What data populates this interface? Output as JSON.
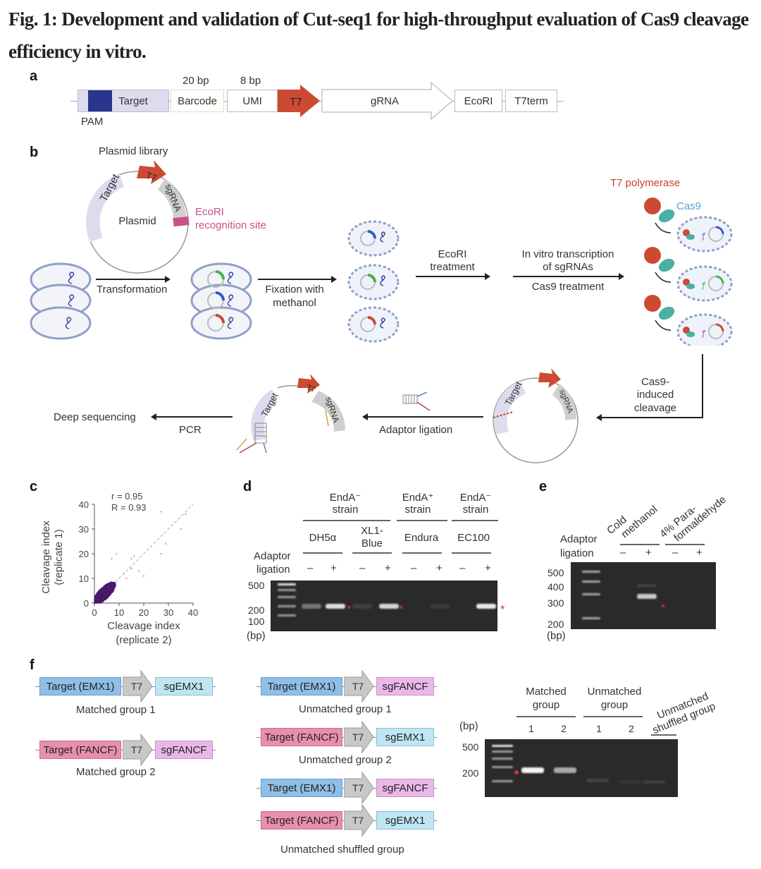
{
  "title": "Fig. 1: Development and validation of Cut-seq1 for high-throughput evaluation of Cas9 cleavage efficiency in vitro.",
  "panels": {
    "a": {
      "label": "a",
      "segments": [
        "Target",
        "Barcode",
        "UMI",
        "T7",
        "gRNA",
        "EcoRI",
        "T7term"
      ],
      "barcode_len": "20 bp",
      "umi_len": "8 bp",
      "pam_label": "PAM",
      "colors": {
        "pam": "#2a3590",
        "target": "#dcdcee",
        "t7": "#cc4a33"
      }
    },
    "b": {
      "label": "b",
      "plasmid_library": "Plasmid library",
      "plasmid": "Plasmid",
      "target": "Target",
      "t7": "T7",
      "sgrna": "sgRNA",
      "ecori_site": "EcoRI recognition site",
      "ecori_line1": "EcoRI",
      "ecori_line2": "recognition site",
      "steps": {
        "transformation": "Transformation",
        "fixation_l1": "Fixation with",
        "fixation_l2": "methanol",
        "ecori_l1": "EcoRI",
        "ecori_l2": "treatment",
        "ivt_l1": "In vitro transcription",
        "ivt_l2": "of sgRNAs",
        "cas9_treatment": "Cas9 treatment",
        "cleavage_l1": "Cas9-",
        "cleavage_l2": "induced",
        "cleavage_l3": "cleavage",
        "adaptor_ligation": "Adaptor ligation",
        "pcr": "PCR",
        "deep_seq": "Deep sequencing"
      },
      "t7_polymerase": "T7 polymerase",
      "cas9": "Cas9"
    },
    "c": {
      "label": "c"
    },
    "d": {
      "label": "d",
      "groups": [
        "EndA⁻ strain",
        "EndA⁺ strain",
        "EndA⁻ strain"
      ],
      "group_l1": [
        "EndA⁻",
        "EndA⁺",
        "EndA⁻"
      ],
      "group_l2": [
        "strain",
        "strain",
        "strain"
      ],
      "strains": [
        "DH5α",
        "XL1-Blue",
        "Endura",
        "EC100"
      ],
      "strain_l1": [
        "DH5α",
        "XL1-",
        "Endura",
        "EC100"
      ],
      "strain_l2": [
        "",
        "Blue",
        "",
        ""
      ],
      "adaptor_l1": "Adaptor",
      "adaptor_l2": "ligation",
      "signs": [
        "–",
        "+",
        "–",
        "+",
        "–",
        "+",
        "–",
        "+"
      ],
      "ladder": [
        "500",
        "200",
        "100"
      ],
      "unit": "(bp)",
      "band_intensity": [
        0.35,
        0.85,
        0.1,
        0.8,
        0.0,
        0.08,
        0.0,
        0.9
      ],
      "marker": "*"
    },
    "e": {
      "label": "e",
      "conditions": [
        "Cold methanol",
        "4% Para-formaldehyde"
      ],
      "cond1_l1": "Cold",
      "cond1_l2": "methanol",
      "cond2_l1": "4% Para-",
      "cond2_l2": "formaldehyde",
      "adaptor_l1": "Adaptor",
      "adaptor_l2": "ligation",
      "signs": [
        "–",
        "+",
        "–",
        "+"
      ],
      "ladder": [
        "500",
        "400",
        "300",
        "200"
      ],
      "unit": "(bp)",
      "marker": "*"
    },
    "f": {
      "label": "f",
      "constructs": [
        {
          "target": "Target (EMX1)",
          "promoter": "T7",
          "guide": "sgEMX1",
          "caption": "Matched group 1"
        },
        {
          "target": "Target (FANCF)",
          "promoter": "T7",
          "guide": "sgFANCF",
          "caption": "Matched group 2"
        },
        {
          "target": "Target (EMX1)",
          "promoter": "T7",
          "guide": "sgFANCF",
          "caption": "Unmatched group 1"
        },
        {
          "target": "Target (FANCF)",
          "promoter": "T7",
          "guide": "sgEMX1",
          "caption": "Unmatched group 2"
        },
        {
          "target": "Target (EMX1)",
          "promoter": "T7",
          "guide": "sgFANCF",
          "caption": ""
        },
        {
          "target": "Target (FANCF)",
          "promoter": "T7",
          "guide": "sgEMX1",
          "caption": "Unmatched shuffled group"
        }
      ],
      "gel": {
        "matched_l1": "Matched",
        "matched_l2": "group",
        "unmatched_l1": "Unmatched",
        "unmatched_l2": "group",
        "shuffled_l1": "Unmatched",
        "shuffled_l2": "shuffled group",
        "lanes": [
          "1",
          "2",
          "1",
          "2"
        ],
        "ladder": [
          "500",
          "200"
        ],
        "unit": "(bp)",
        "band_intensity": [
          0.95,
          0.6,
          0.12,
          0.05,
          0.1
        ]
      }
    }
  },
  "chart_data": {
    "type": "scatter",
    "title": "",
    "xlabel": "Cleavage index (replicate 2)",
    "ylabel": "Cleavage index (replicate 1)",
    "xlabel_l1": "Cleavage index",
    "xlabel_l2": "(replicate 2)",
    "ylabel_l1": "Cleavage index",
    "ylabel_l2": "(replicate 1)",
    "xlim": [
      0,
      40
    ],
    "ylim": [
      0,
      40
    ],
    "xticks": [
      "0",
      "10",
      "20",
      "30",
      "40"
    ],
    "yticks": [
      "0",
      "10",
      "20",
      "30",
      "40"
    ],
    "annotations": [
      "r = 0.95",
      "R = 0.93"
    ],
    "reference_line": "y = x (dashed)",
    "point_color": "#4a1a6a",
    "bulk_cloud": {
      "x_range": [
        0,
        12
      ],
      "y_range": [
        0,
        12
      ],
      "center": [
        4,
        4
      ],
      "n_approx": 3000
    },
    "outliers": [
      [
        27,
        37
      ],
      [
        37,
        36
      ],
      [
        27,
        20
      ],
      [
        29,
        24
      ],
      [
        35,
        30
      ],
      [
        9,
        20
      ],
      [
        16,
        19
      ],
      [
        15,
        18
      ],
      [
        7,
        18
      ],
      [
        18,
        13
      ],
      [
        13,
        10
      ],
      [
        20,
        11
      ],
      [
        12,
        12
      ],
      [
        15,
        14
      ]
    ]
  }
}
